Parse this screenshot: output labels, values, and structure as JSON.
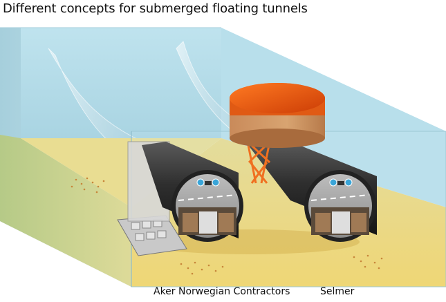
{
  "title": "Different concepts for submerged floating tunnels",
  "captions": {
    "left": "Aker Norwegian Contractors",
    "right": "Selmer"
  },
  "colors": {
    "water": "#bfe3ee",
    "seabed": "#f6d566",
    "tunnel": "#2b2b2b",
    "platform_top": "#e85b12",
    "platform_body": "#d29560",
    "truss": "#f07020"
  }
}
